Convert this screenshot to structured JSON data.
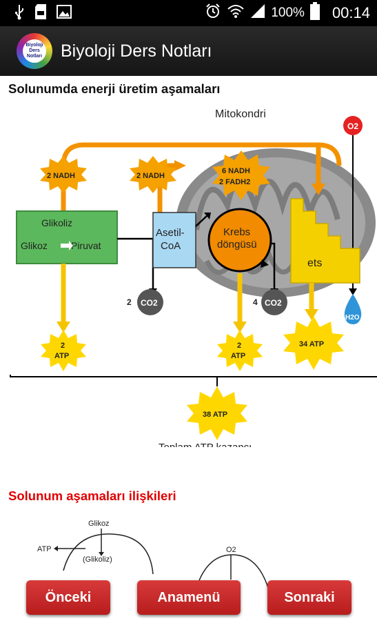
{
  "status_bar": {
    "battery_percent": "100%",
    "time": "00:14",
    "icons": [
      "usb-icon",
      "sd-card-icon",
      "image-icon",
      "alarm-icon",
      "wifi-icon",
      "signal-icon",
      "battery-icon"
    ]
  },
  "app": {
    "title": "Biyoloji Ders Notları",
    "logo_text": "Biyoloji Ders Notları"
  },
  "section1": {
    "title": "Solunumda enerji üretim aşamaları",
    "diagram": {
      "mitochondrion_label": "Mitokondri",
      "o2_label": "O2",
      "h2o_label": "H2O",
      "nadh_1": "2 NADH",
      "nadh_2": "2 NADH",
      "nadh_3_line1": "6 NADH",
      "nadh_3_line2": "2 FADH2",
      "glycolysis_title": "Glikoliz",
      "glycose": "Glikoz",
      "pyruvate": "Piruvat",
      "acetyl_line1": "Asetil-",
      "acetyl_line2": "CoA",
      "krebs_line1": "Krebs",
      "krebs_line2": "döngüsü",
      "ets": "ets",
      "co2_a_count": "2",
      "co2_a": "CO2",
      "co2_b_count": "4",
      "co2_b": "CO2",
      "atp_1_line1": "2",
      "atp_1_line2": "ATP",
      "atp_2_line1": "2",
      "atp_2_line2": "ATP",
      "atp_3": "34 ATP",
      "atp_total": "38 ATP",
      "total_label": "Toplam ATP kazancı"
    }
  },
  "section2": {
    "title": "Solunum aşamaları ilişkileri",
    "diagram": {
      "glycose": "Glikoz",
      "atp": "ATP",
      "glycolysis": "(Glikoliz)",
      "o2": "O2"
    }
  },
  "buttons": {
    "prev": "Önceki",
    "menu": "Anamenü",
    "next": "Sonraki"
  },
  "colors": {
    "orange_arrow": "#f39200",
    "yellow_arrow": "#f5c400",
    "glycolysis_box": "#5cb85c",
    "krebs_circle": "#f28b00",
    "button_red": "#c62828",
    "section2_title": "#e00000"
  }
}
